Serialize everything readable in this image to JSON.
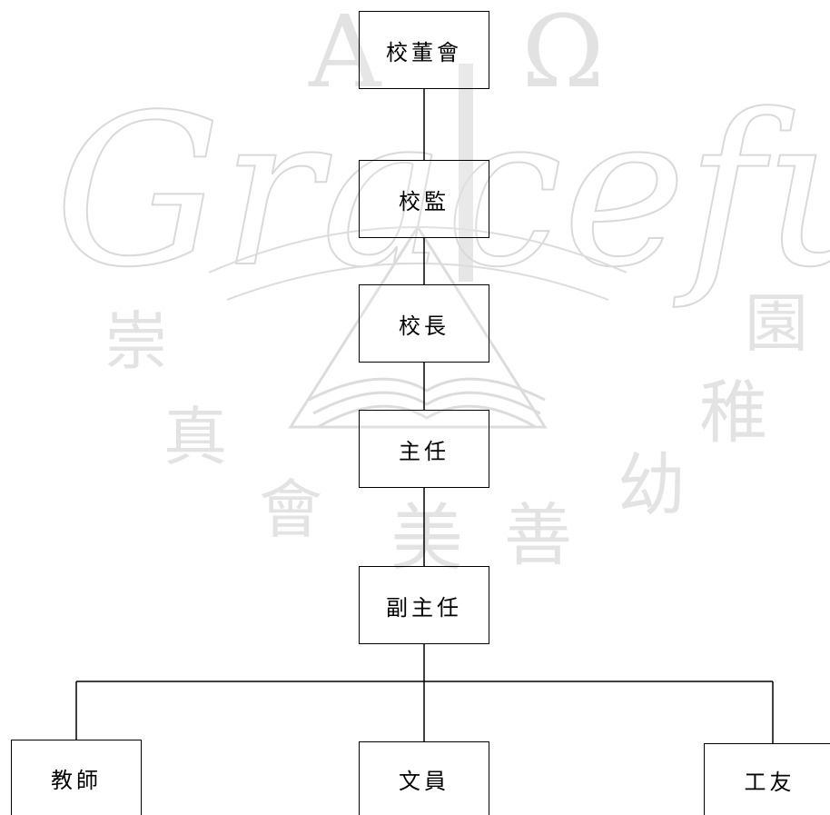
{
  "diagram": {
    "nodes": {
      "board": "校董會",
      "supervisor": "校監",
      "principal": "校長",
      "director": "主任",
      "deputy_director": "副主任",
      "teacher": "教師",
      "clerk": "文員",
      "worker": "工友"
    },
    "edges": [
      [
        "board",
        "supervisor"
      ],
      [
        "supervisor",
        "principal"
      ],
      [
        "principal",
        "director"
      ],
      [
        "director",
        "deputy_director"
      ],
      [
        "deputy_director",
        "teacher"
      ],
      [
        "deputy_director",
        "clerk"
      ],
      [
        "deputy_director",
        "worker"
      ]
    ]
  },
  "watermark": {
    "symbols": "A Ω",
    "script": "Gracefu",
    "seal_chars": [
      "崇",
      "真",
      "會",
      "美",
      "善",
      "幼",
      "稚",
      "園"
    ]
  }
}
